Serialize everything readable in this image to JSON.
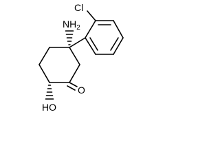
{
  "molecule": {
    "atoms": {
      "chlorine": "Cl",
      "amine": "NH",
      "amine_subscript": "2",
      "carbonyl_oxygen": "O",
      "hydroxyl": "HO"
    }
  }
}
